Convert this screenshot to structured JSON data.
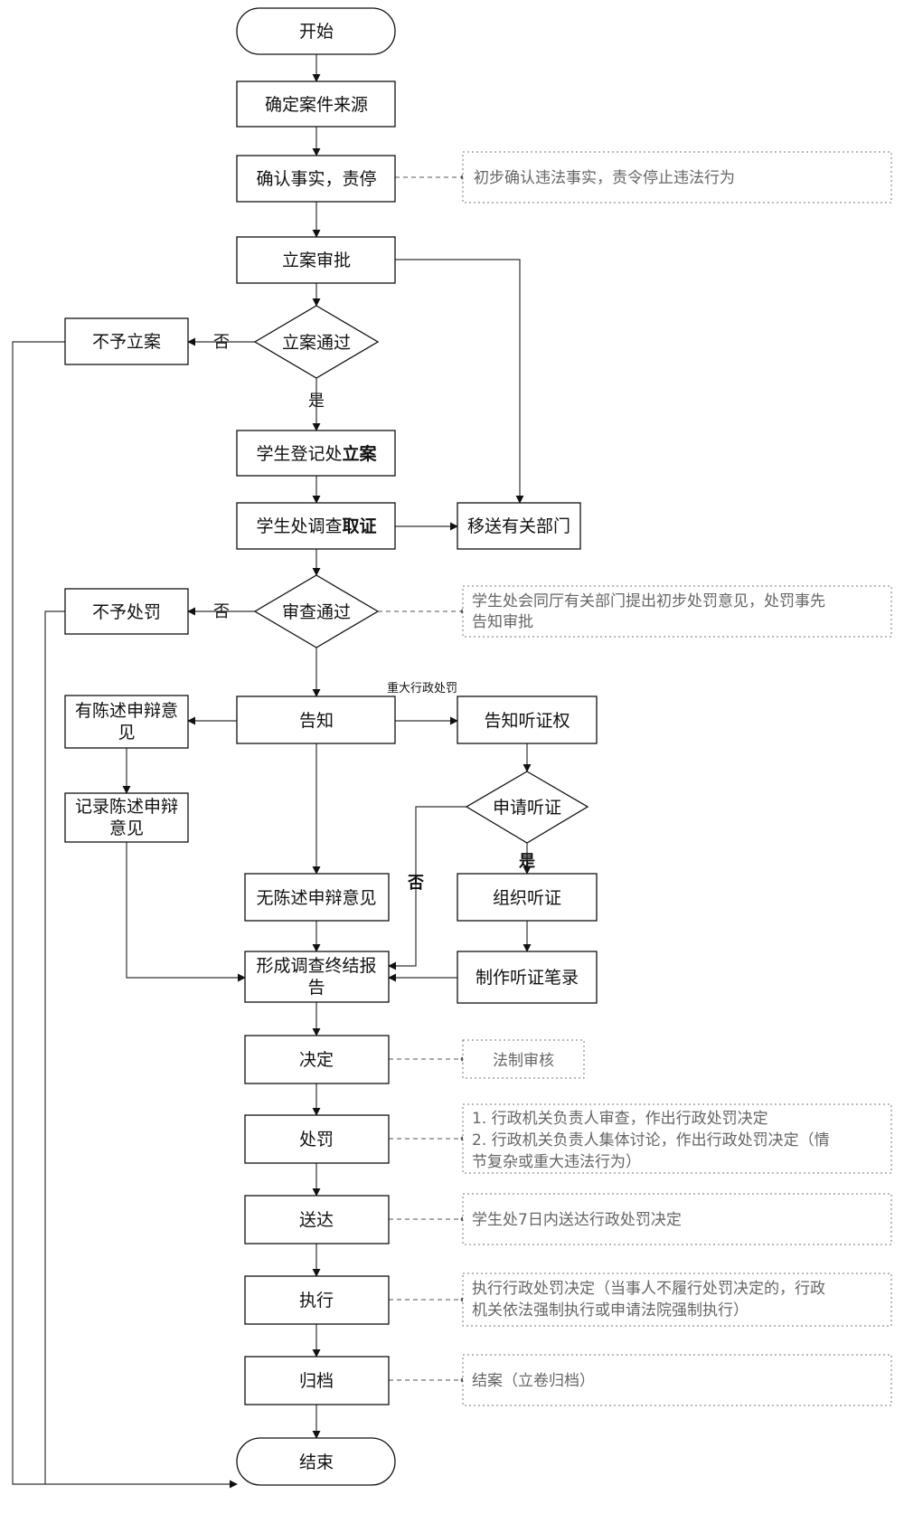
{
  "nodes": {
    "start": "开始",
    "confirm_source": "确定案件来源",
    "confirm_facts": "确认事实，责停",
    "filing_approval": "立案审批",
    "filing_passed": "立案通过",
    "not_filed": "不予立案",
    "register_prefix": "学生登记处",
    "register_bold": "立案",
    "investigate_prefix": "学生处调查",
    "investigate_bold": "取证",
    "transfer": "移送有关部门",
    "review_passed": "审查通过",
    "no_penalty": "不予处罚",
    "notify": "告知",
    "has_statement_line1": "有陈述申辩意",
    "has_statement_line2": "见",
    "record_statement_line1": "记录陈述申辩",
    "record_statement_line2": "意见",
    "no_statement": "无陈述申辩意见",
    "notify_hearing_right": "告知听证权",
    "apply_hearing": "申请听证",
    "organize_hearing": "组织听证",
    "hearing_record": "制作听证笔录",
    "report_line1": "形成调查终结报",
    "report_line2": "告",
    "decision": "决定",
    "penalty": "处罚",
    "delivery": "送达",
    "execution": "执行",
    "archive": "归档",
    "end": "结束"
  },
  "labels": {
    "no": "否",
    "yes": "是",
    "major_penalty": "重大行政处罚"
  },
  "notes": {
    "confirm_facts": "初步确认违法事实，责令停止违法行为",
    "review_line1": "学生处会同厅有关部门提出初步处罚意见，处罚事先",
    "review_line2": "告知审批",
    "decision": "法制审核",
    "penalty_line1": "1. 行政机关负责人审查，作出行政处罚决定",
    "penalty_line2": "2. 行政机关负责人集体讨论，作出行政处罚决定（情",
    "penalty_line3": "节复杂或重大违法行为）",
    "delivery": "学生处7日内送达行政处罚决定",
    "execution_line1": "执行行政处罚决定（当事人不履行处罚决定的，行政",
    "execution_line2": "机关依法强制执行或申请法院强制执行）",
    "archive": "结案（立卷归档）"
  }
}
